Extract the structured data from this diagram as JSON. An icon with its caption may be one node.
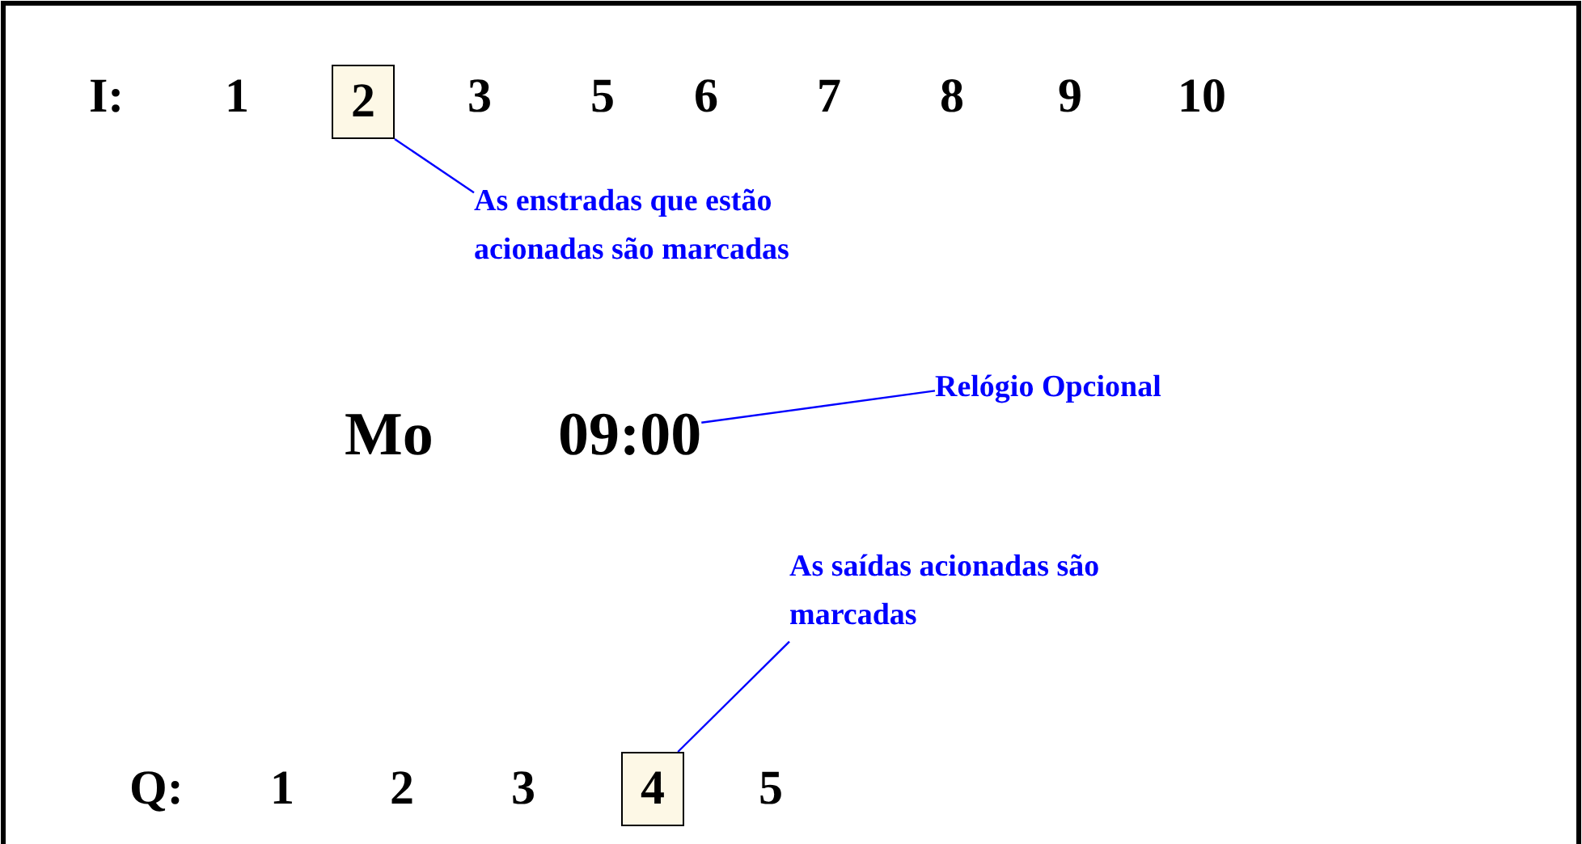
{
  "diagram": {
    "nodes": [
      {
        "text": [
          "2"
        ]
      },
      {
        "text": [
          "As enstradas que estão acionadas são marcadas"
        ]
      },
      {
        "text": [
          "09:00"
        ]
      },
      {
        "text": [
          "Relógio Opcional"
        ]
      },
      {
        "text": [
          "As saídas acionadas são marcadas"
        ]
      },
      {
        "text": [
          "4"
        ]
      }
    ],
    "edges": [
      {
        "from": 1,
        "to": 0,
        "arrow": "none"
      },
      {
        "from": 3,
        "to": 2,
        "arrow": "none"
      },
      {
        "from": 4,
        "to": 5,
        "arrow": "none"
      }
    ],
    "labels": [
      "I:",
      "1",
      "3",
      "5",
      "6",
      "7",
      "8",
      "9",
      "10",
      "Mo",
      "Q:",
      "1",
      "2",
      "3",
      "5"
    ]
  }
}
